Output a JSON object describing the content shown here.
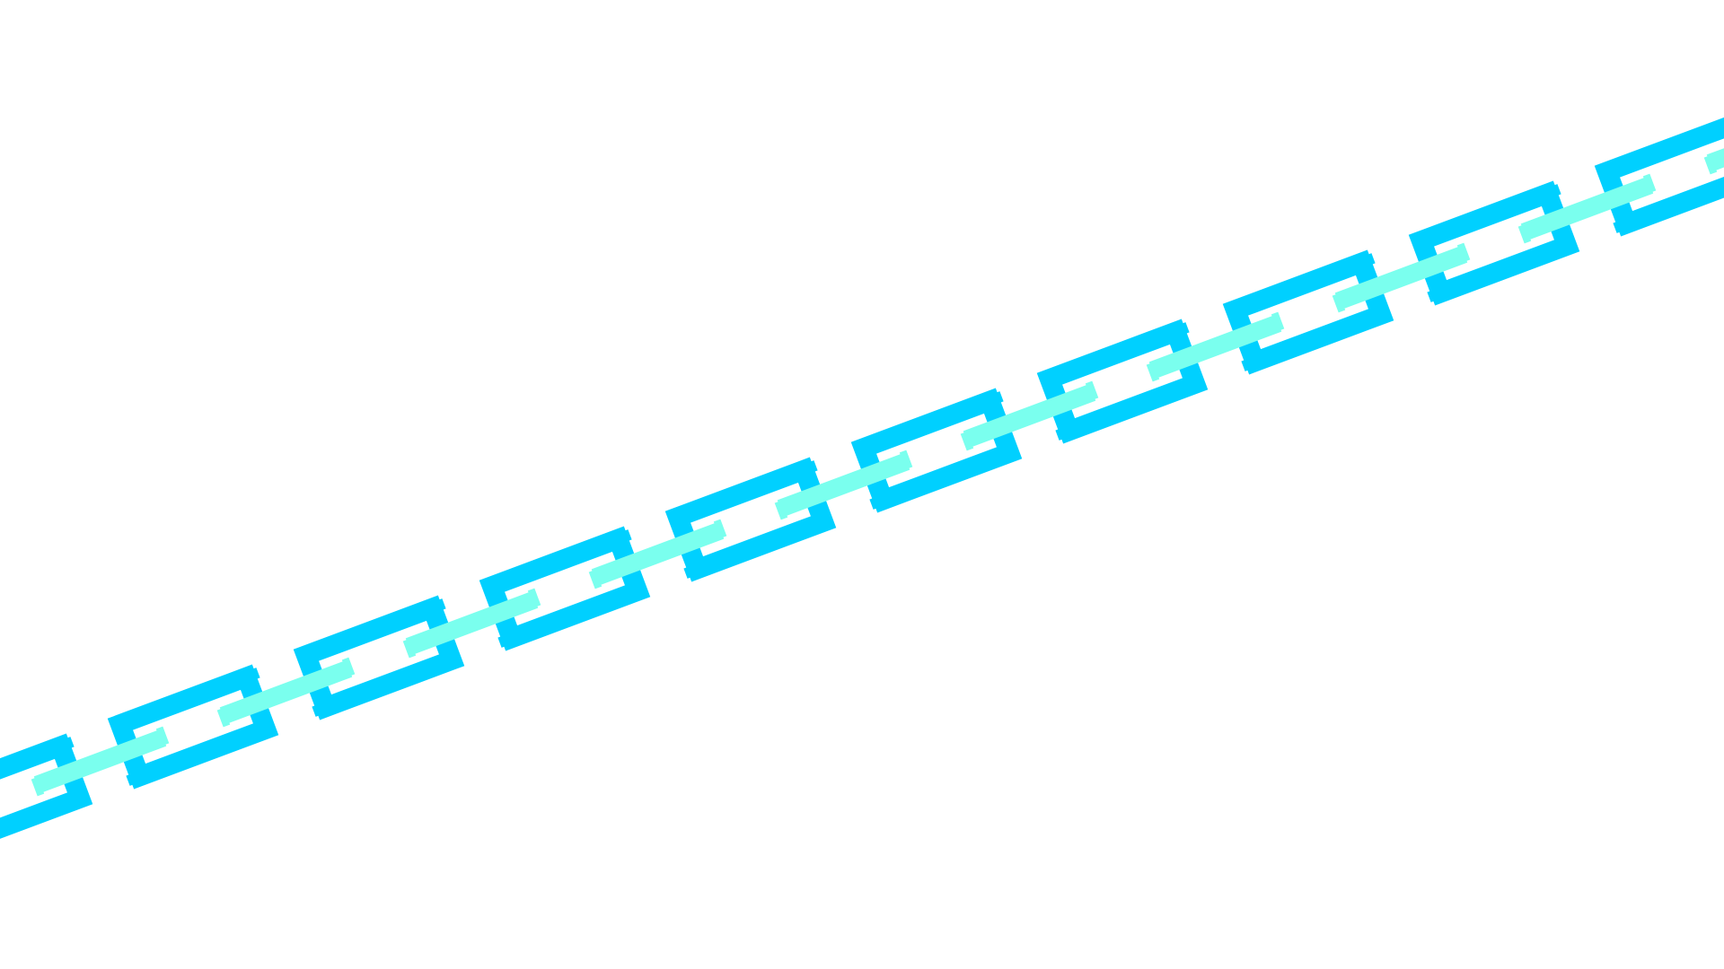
{
  "illustration": {
    "subject": "chain-links",
    "colors": {
      "background": "#ffffff",
      "link_outline": "#00d0ff",
      "connector": "#7affee"
    },
    "link_count": 10,
    "connector_count": 10
  }
}
